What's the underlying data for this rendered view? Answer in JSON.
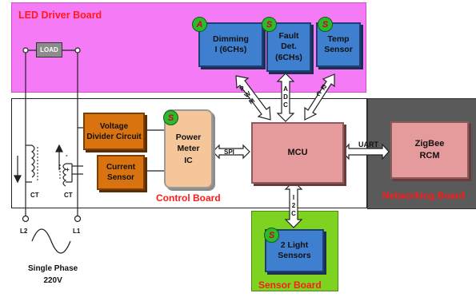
{
  "boards": {
    "led_driver": "LED Driver Board",
    "control": "Control Board",
    "networking": "Networking Board",
    "sensor": "Sensor Board"
  },
  "blocks": {
    "dimming": "Dimming\nI (6CHs)",
    "fault": "Fault\nDet.\n(6CHs)",
    "temp": "Temp\nSensor",
    "voltage_divider": "Voltage\nDivider Circuit",
    "current_sensor": "Current\nSensor",
    "power_meter": "Power\nMeter\nIC",
    "mcu": "MCU",
    "zigbee": "ZigBee\nRCM",
    "light_sensors": "2 Light\nSensors",
    "load": "LOAD"
  },
  "badges": {
    "dimming": "A",
    "fault": "S",
    "temp": "S",
    "power_meter": "S",
    "light_sensors": "S"
  },
  "links": {
    "spi": "SPI",
    "uart": "UART",
    "pwm": "PWM",
    "adc": "ADC",
    "i2c_top": "I2C",
    "i2c_bottom": "I2C"
  },
  "circuit": {
    "ct_left": "CT",
    "ct_right": "CT",
    "l1": "L1",
    "l2": "L2",
    "minus": "-",
    "plus": "+",
    "supply": "Single Phase\n220V"
  },
  "colors": {
    "led_driver_bg": "#f57af5",
    "networking_bg": "#5a5a5a",
    "sensor_bg": "#7ed321",
    "label_red": "#ff1a1a",
    "block_blue": "#3f7fd0",
    "block_orange": "#d9730f",
    "block_pink": "#e59b9b",
    "badge_green": "#2db82d"
  }
}
